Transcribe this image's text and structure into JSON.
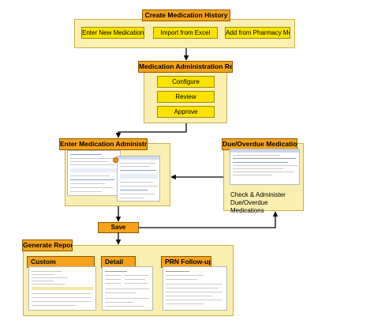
{
  "history": {
    "title": "Create Medication History",
    "buttons": [
      "Enter New Medication",
      "Import from Excel",
      "Add from Pharmacy Message"
    ]
  },
  "mar": {
    "title": "Medication Administration Record",
    "buttons": [
      "Configure",
      "Review",
      "Approve"
    ]
  },
  "enter_admin": {
    "title": "Enter Medication Administration"
  },
  "due": {
    "title": "Due/Overdue Medications",
    "description": "Check & Administer Due/Overdue Medications"
  },
  "save": {
    "label": "Save"
  },
  "reports": {
    "title": "Generate Reports",
    "items": [
      "Custom",
      "Detail",
      "PRN Follow-up"
    ]
  },
  "colors": {
    "header": "#f6a21a",
    "button": "#fbe200",
    "panel": "#faefb0",
    "arrow": "#000000"
  }
}
